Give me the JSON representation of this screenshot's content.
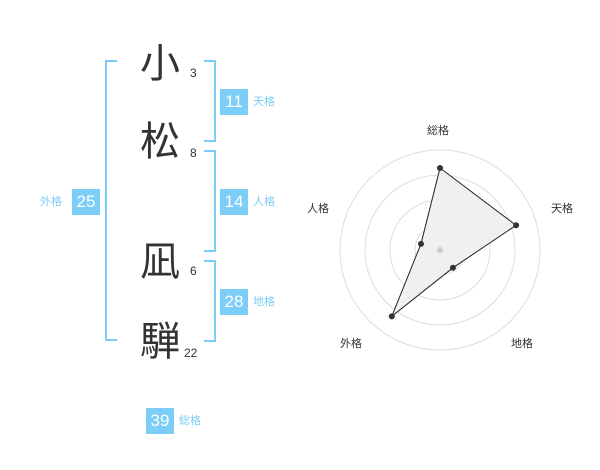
{
  "name": {
    "chars": [
      {
        "char": "小",
        "strokes": "3"
      },
      {
        "char": "松",
        "strokes": "8"
      },
      {
        "char": "凪",
        "strokes": "6"
      },
      {
        "char": "騨",
        "strokes": "22"
      }
    ]
  },
  "fortunes": {
    "tenkaku": {
      "value": "11",
      "label": "天格"
    },
    "jinkaku": {
      "value": "14",
      "label": "人格"
    },
    "chikaku": {
      "value": "28",
      "label": "地格"
    },
    "gaikaku": {
      "value": "25",
      "label": "外格"
    },
    "soukaku": {
      "value": "39",
      "label": "総格"
    }
  },
  "radar": {
    "axes": [
      "総格",
      "天格",
      "地格",
      "外格",
      "人格"
    ],
    "values": [
      0.82,
      0.8,
      0.22,
      0.82,
      0.2
    ],
    "max": 1,
    "rings": 4,
    "fill_color": "#f0f0f0",
    "line_color": "#222222",
    "ring_color": "#dddddd"
  }
}
